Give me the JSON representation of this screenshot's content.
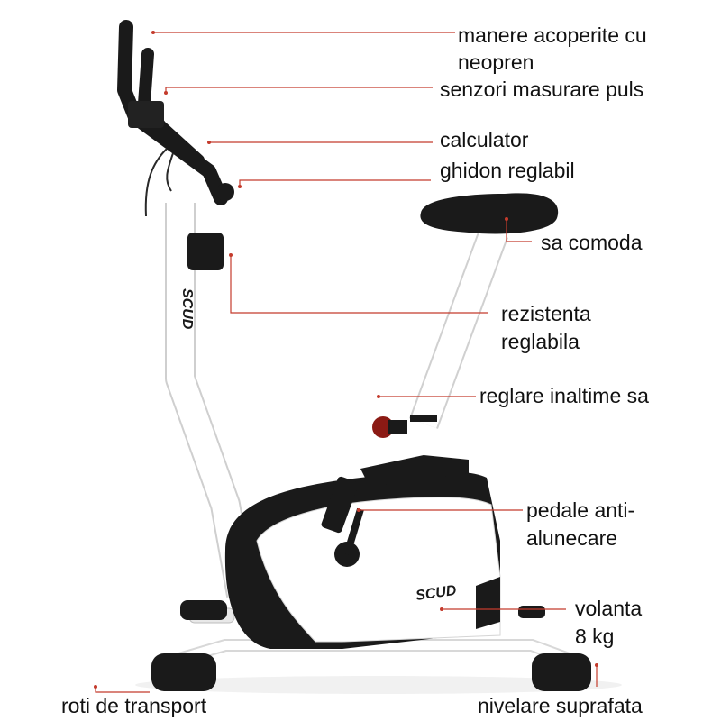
{
  "labels": {
    "manere_line1": "manere acoperite cu",
    "manere_line2": "neopren",
    "senzori": "senzori masurare puls",
    "calculator": "calculator",
    "ghidon": "ghidon reglabil",
    "sa": "sa comoda",
    "rezistenta_line1": "rezistenta",
    "rezistenta_line2": "reglabila",
    "reglare": "reglare inaltime sa",
    "pedale_line1": "pedale anti-",
    "pedale_line2": "alunecare",
    "volanta_line1": "volanta",
    "volanta_line2": "8 kg",
    "roti": "roti de transport",
    "nivelare": "nivelare suprafata"
  },
  "frame_brand": "SCUD",
  "colors": {
    "frame": "#ffffff",
    "dark_parts": "#1a1a1a",
    "leader_lines": "#c43b2c",
    "accent_knob": "#8b1a14",
    "text": "#111111"
  }
}
